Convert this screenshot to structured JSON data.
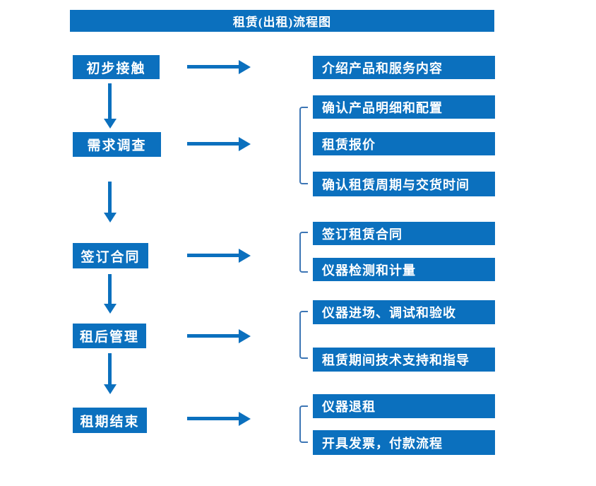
{
  "title": "租赁(出租)流程图",
  "steps": [
    {
      "label": "初步接触",
      "details": [
        "介绍产品和服务内容"
      ]
    },
    {
      "label": "需求调查",
      "details": [
        "确认产品明细和配置",
        "租赁报价",
        "确认租赁周期与交货时间"
      ]
    },
    {
      "label": "签订合同",
      "details": [
        "签订租赁合同",
        "仪器检测和计量"
      ]
    },
    {
      "label": "租后管理",
      "details": [
        "仪器进场、调试和验收",
        "租赁期间技术支持和指导"
      ]
    },
    {
      "label": "租期结束",
      "details": [
        "仪器退租",
        "开具发票，付款流程"
      ]
    }
  ],
  "colors": {
    "box_blue": "#0B70BE",
    "arrow_blue": "#0B70BE",
    "bracket_blue": "#3D76B5",
    "text_white": "#FFFFFF",
    "background": "#FFFFFF"
  }
}
